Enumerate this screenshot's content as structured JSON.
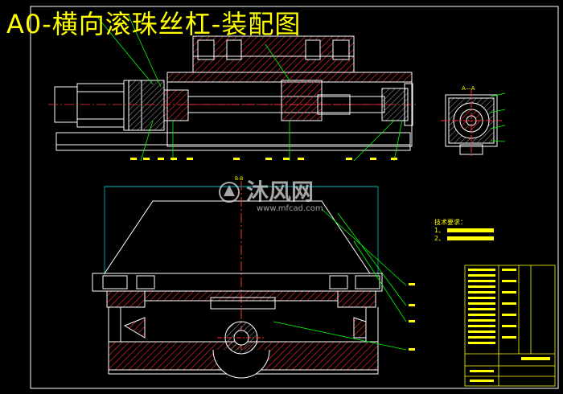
{
  "drawing": {
    "title": "A0-横向滚珠丝杠-装配图",
    "section_label": "A—A",
    "elevation_mark": "B-B"
  },
  "watermark": {
    "text": "沐风网",
    "url": "www.mfcad.com"
  },
  "tech_notes": {
    "heading": "技术要求：",
    "items": [
      "1、",
      "2、"
    ]
  },
  "colors": {
    "background": "#000000",
    "outline": "#ffffff",
    "hatch": "#ff0000",
    "centerline": "#ff3333",
    "dimension": "#00ffff",
    "annotation": "#ffff00",
    "leader": "#00ff00"
  }
}
